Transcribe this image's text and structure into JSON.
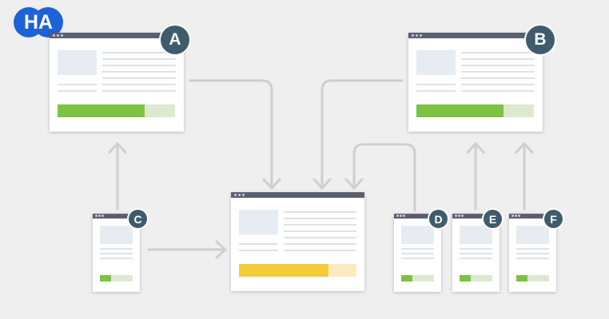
{
  "logo": {
    "text": "HA"
  },
  "colors": {
    "background": "#efefef",
    "arrow": "#cfcfcf",
    "window_bar": "#5b5f70",
    "badge": "#3f5c6c",
    "green_fill": "#7ec241",
    "green_track": "#dde9cf",
    "yellow_fill": "#f5cb3a",
    "yellow_track": "#fbecbf"
  },
  "pages": [
    {
      "label": "A",
      "progress_color": "green",
      "progress": 0.74
    },
    {
      "label": "B",
      "progress_color": "green",
      "progress": 0.74
    },
    {
      "label": "C",
      "progress_color": "green",
      "progress": 0.35
    },
    {
      "label": "",
      "progress_color": "yellow",
      "progress": 0.76
    },
    {
      "label": "D",
      "progress_color": "green",
      "progress": 0.35
    },
    {
      "label": "E",
      "progress_color": "green",
      "progress": 0.35
    },
    {
      "label": "F",
      "progress_color": "green",
      "progress": 0.35
    }
  ],
  "connections": [
    {
      "from": "A",
      "to": "center"
    },
    {
      "from": "B",
      "to": "center"
    },
    {
      "from": "C",
      "to": "A"
    },
    {
      "from": "C",
      "to": "center"
    },
    {
      "from": "D",
      "to": "center"
    },
    {
      "from": "E",
      "to": "B"
    },
    {
      "from": "F",
      "to": "B"
    }
  ]
}
